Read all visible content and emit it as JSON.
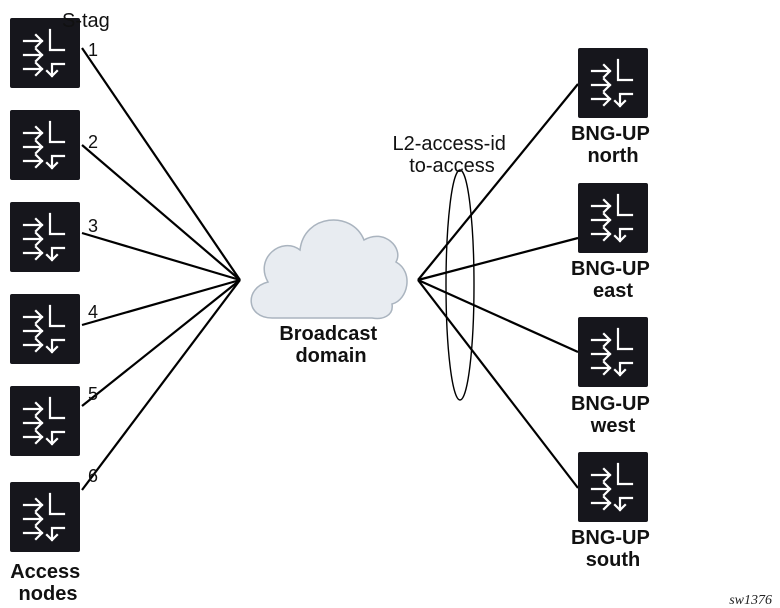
{
  "stag_label": "S-tag",
  "access_nodes": [
    {
      "tag": "1"
    },
    {
      "tag": "2"
    },
    {
      "tag": "3"
    },
    {
      "tag": "4"
    },
    {
      "tag": "5"
    },
    {
      "tag": "6"
    }
  ],
  "access_label": [
    "Access",
    "nodes"
  ],
  "cloud_label": [
    "Broadcast",
    "domain"
  ],
  "l2_label": [
    "L2-access-id",
    "to-access"
  ],
  "bng_nodes": [
    {
      "line1": "BNG-UP",
      "line2": "north"
    },
    {
      "line1": "BNG-UP",
      "line2": "east"
    },
    {
      "line1": "BNG-UP",
      "line2": "west"
    },
    {
      "line1": "BNG-UP",
      "line2": "south"
    }
  ],
  "caption": "sw1376",
  "icon": "router-switch-icon",
  "colors": {
    "node": "#16161c",
    "cloud_fill": "#e8ecf1",
    "cloud_stroke": "#aab4bf"
  }
}
